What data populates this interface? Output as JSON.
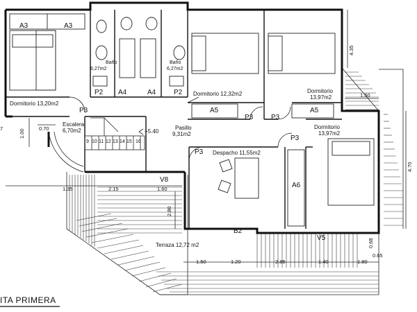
{
  "plan": {
    "title": "ITA PRIMERA",
    "rooms": [
      {
        "name": "Dormitorio",
        "area": "13,20m2"
      },
      {
        "name": "Baño",
        "area": "6,27m2"
      },
      {
        "name": "Baño",
        "area": "6,27m2"
      },
      {
        "name": "Dormitorio",
        "area": "12,32m2"
      },
      {
        "name": "Dormitorio",
        "area": "13,97m2"
      },
      {
        "name": "Escalera",
        "area": "6,70m2"
      },
      {
        "name": "Pasillo",
        "area": "9,31m2"
      },
      {
        "name": "Dormitorio",
        "area": "13,97m2"
      },
      {
        "name": "Despacho",
        "area": "11,55m2"
      },
      {
        "name": "Terraza",
        "area": "12,72 m2"
      }
    ],
    "codes": [
      "A3",
      "A3",
      "P2",
      "A4",
      "A4",
      "P2",
      "P3",
      "A5",
      "P3",
      "P3",
      "A5",
      "P3",
      "P3",
      "A6",
      "V8",
      "B2",
      "V5"
    ],
    "level_mark": "+5.40",
    "stair_steps": [
      "9",
      "10",
      "11",
      "12",
      "13",
      "14",
      "15",
      "16"
    ],
    "dimensions": {
      "d_435": "4.35",
      "d_150_top": "1.50",
      "d_470": "4.70",
      "d_070": "0.70",
      "d_100": "1.00",
      "d_7": "7",
      "d_135": "1.35",
      "d_215": "2.15",
      "d_160": "1.60",
      "d_280": "2.80",
      "d_150_bot": "1.50",
      "d_120": "1.20",
      "d_285": "2.85",
      "d_140": "1.40",
      "d_180": "1.80",
      "d_065": "0.65",
      "d_068": "0.68"
    }
  }
}
